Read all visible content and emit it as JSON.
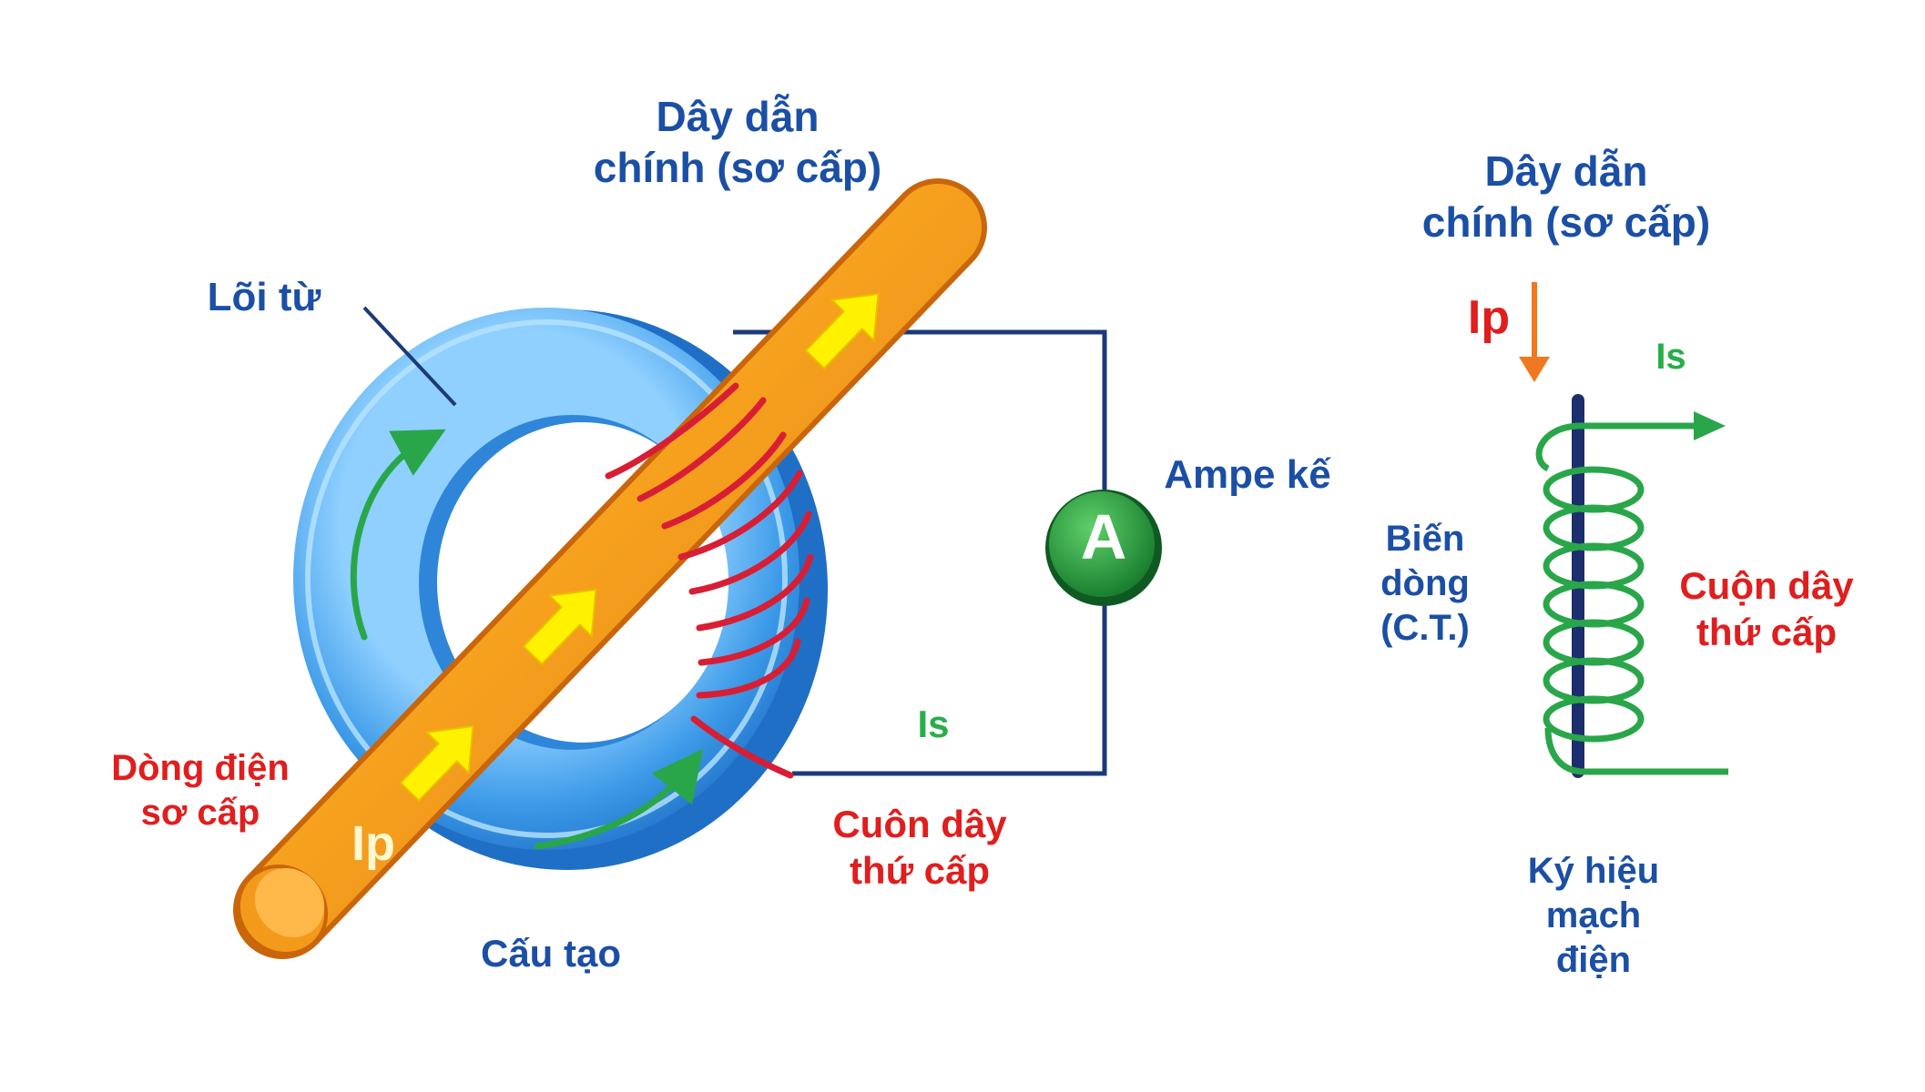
{
  "left_diagram": {
    "primary_conductor_label": "Dây dẫn\nchính (sơ cấp)",
    "core_label": "Lõi từ",
    "ammeter_label": "Ampe kế",
    "ammeter_symbol": "A",
    "secondary_current_label": "Is",
    "primary_current_label": "Dòng điện\nsơ cấp",
    "primary_current_symbol": "Ip",
    "secondary_coil_label": "Cuôn dây\nthứ cấp",
    "caption": "Cấu tạo"
  },
  "right_diagram": {
    "primary_conductor_label": "Dây dẫn\nchính (sơ cấp)",
    "primary_current_symbol": "Ip",
    "secondary_current_symbol": "Is",
    "transformer_label": "Biến\ndòng\n(C.T.)",
    "secondary_coil_label": "Cuộn dây\nthứ cấp",
    "caption": "Ký hiệu\nmạch\nđiện"
  },
  "colors": {
    "label_blue": "#1b4fa6",
    "label_red": "#e01e1e",
    "label_green": "#27ae4a",
    "conductor_orange": "#f5a020",
    "core_blue": "#3a93e6",
    "coil_red": "#e02a3a",
    "ammeter_green": "#1e9a3a",
    "arrow_yellow": "#fff200",
    "arrow_orange": "#f07820"
  }
}
